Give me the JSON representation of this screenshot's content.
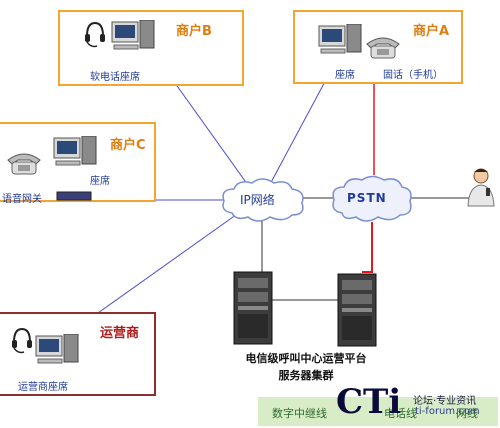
{
  "merchant_b": {
    "title": "商户B",
    "seat_label": "软电话座席"
  },
  "merchant_a": {
    "title": "商户A",
    "seat_label": "座席",
    "phone_label": "固话（手机）"
  },
  "merchant_c": {
    "title": "商户C",
    "seat_label": "座席",
    "gateway_label": "语音网关"
  },
  "operator": {
    "title": "运营商",
    "seat_label": "运营商座席"
  },
  "network": {
    "ip_cloud": "IP网络",
    "pstn_cloud": "PSTN"
  },
  "server_cluster": {
    "line1": "电信级呼叫中心运营平台",
    "line2": "服务器集群"
  },
  "footer": {
    "item1": "数字中继线",
    "item2": "电话线",
    "item3": "网线"
  },
  "logo": {
    "main": "CTi",
    "tagline": "论坛·专业资讯",
    "site": "ti-forum.com"
  },
  "colors": {
    "merchant_border": "#f5a431",
    "operator_border": "#8b2f2f",
    "network_line": "#4b4bd6",
    "pstn_line": "#e01b1b"
  }
}
